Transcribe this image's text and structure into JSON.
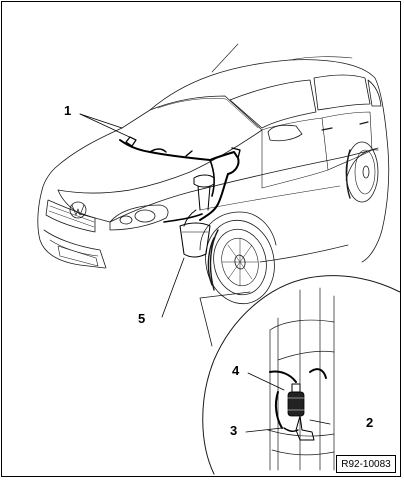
{
  "callouts": {
    "c1": "1",
    "c2": "2",
    "c3": "3",
    "c4": "4",
    "c5": "5"
  },
  "reference_code": "R92-10083",
  "colors": {
    "ink": "#000000",
    "background": "#ffffff"
  }
}
